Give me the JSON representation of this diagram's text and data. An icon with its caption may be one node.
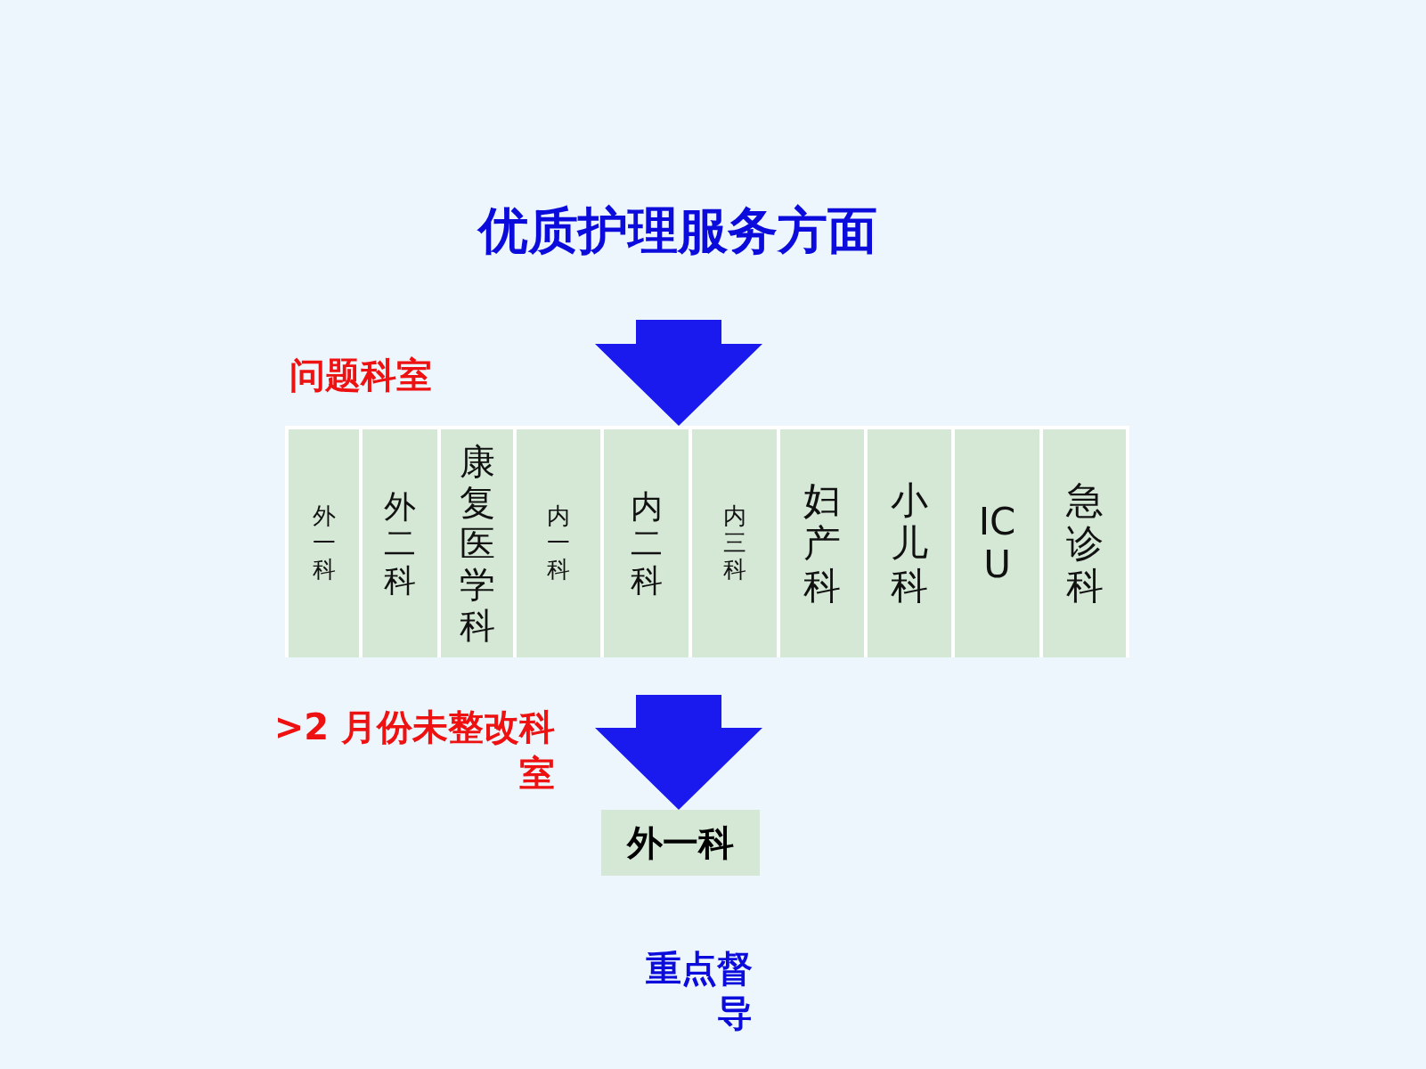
{
  "diagram": {
    "title": "优质护理服务方面",
    "nodes": [
      {
        "text": [],
        "shape": "box"
      },
      {
        "text": [
          "外一科"
        ],
        "in": 0
      },
      {
        "text": [
          "外二科"
        ],
        "in": 0
      },
      {
        "text": [
          "康复医学科"
        ],
        "in": 0
      },
      {
        "text": [
          "内一科"
        ],
        "in": 0
      },
      {
        "text": [
          "内二科"
        ],
        "in": 0
      },
      {
        "text": [
          "内三科"
        ],
        "in": 0
      },
      {
        "text": [
          "妇产科"
        ],
        "in": 0
      },
      {
        "text": [
          "小儿科"
        ],
        "in": 0
      },
      {
        "text": [
          "ICU"
        ],
        "in": 0
      },
      {
        "text": [
          "急诊科"
        ],
        "in": 0
      },
      {
        "text": [
          "外一科"
        ]
      }
    ],
    "edges": [
      {
        "from": null,
        "to": 0,
        "arrow": "to"
      },
      {
        "from": 0,
        "to": 11,
        "arrow": "to"
      }
    ],
    "labels": [
      "问题科室",
      ">2 月份未整改科室",
      "重点督导"
    ]
  }
}
